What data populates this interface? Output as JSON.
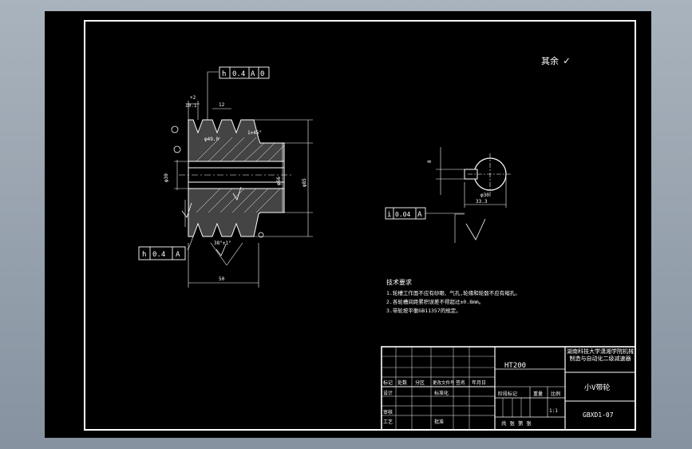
{
  "drawing": {
    "roughness_note": "其余",
    "roughness_check": "✓",
    "gdt_runout_top": {
      "symbol": "h",
      "value": "0.4",
      "datum": "A",
      "extra": "0"
    },
    "gdt_runout_left": {
      "symbol": "h",
      "value": "0.4",
      "datum": "A"
    },
    "gdt_symmetry": {
      "symbol": "i",
      "value": "0.04",
      "datum": "A"
    },
    "dims": {
      "top_offset": "10.1",
      "plus2": "+2",
      "groove": "12",
      "ref_diam": "φ49.0",
      "width": "50",
      "bore": "φ30",
      "inner": "φ56",
      "outer": "φ85",
      "chamfer": "1×45°",
      "angle": "38°±1°",
      "key_width": "8",
      "key_depth": "33.3",
      "shaft": "φ30"
    },
    "notes": {
      "title": "技术要求",
      "lines": [
        "1.轮槽工作面不应有砂眼、气孔,轮缘和轮毂不应有缩孔。",
        "2.各轮槽间距累积误差不得超过±0.8mm。",
        "3.带轮按平衡GB11357的规定。"
      ]
    },
    "title_block": {
      "material": "HT200",
      "school": "湖南科技大学潇湘学院机械制造与自动化二级减速器",
      "part_name": "小V带轮",
      "drawing_no": "GBXD1-07",
      "scale": "1:1",
      "headers": [
        "标记",
        "处数",
        "分区",
        "更改文件号",
        "签名",
        "年月日"
      ],
      "roles": [
        "设计",
        "审核",
        "工艺"
      ],
      "role_cells": [
        "标准化",
        "批准"
      ],
      "stage_label": "阶段标记",
      "weight_label": "重量",
      "scale_label": "比例",
      "sheet_label": "共 张 第 张"
    }
  }
}
